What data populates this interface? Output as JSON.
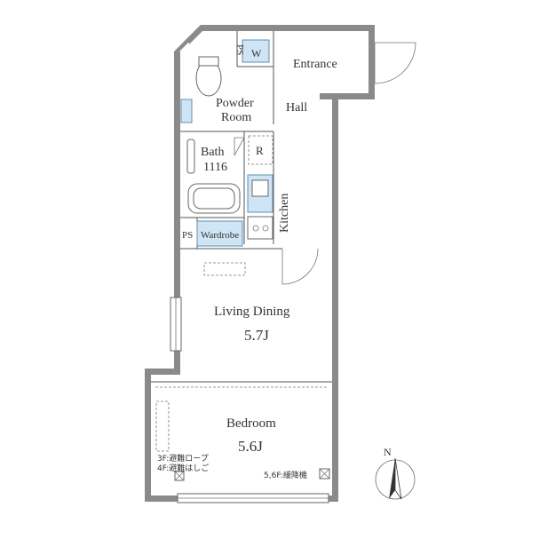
{
  "rooms": {
    "entrance": "Entrance",
    "hall": "Hall",
    "powder_room_1": "Powder",
    "powder_room_2": "Room",
    "bath_1": "Bath",
    "bath_2": "1116",
    "ps_top": "PS",
    "washer": "W",
    "refrigerator": "R",
    "kitchen": "Kitchen",
    "ps_mid": "PS",
    "wardrobe": "Wardrobe",
    "living_dining": "Living Dining",
    "living_size": "5.7J",
    "bedroom": "Bedroom",
    "bedroom_size": "5.6J"
  },
  "notes": {
    "escape_3f": "3F:避難ロープ",
    "escape_4f": "4F:避難はしご",
    "escape_56f": "5,6F:緩降機"
  },
  "compass": {
    "north": "N"
  },
  "colors": {
    "wall": "#8a8a8a",
    "fixture_blue": "#cfe4f4"
  }
}
